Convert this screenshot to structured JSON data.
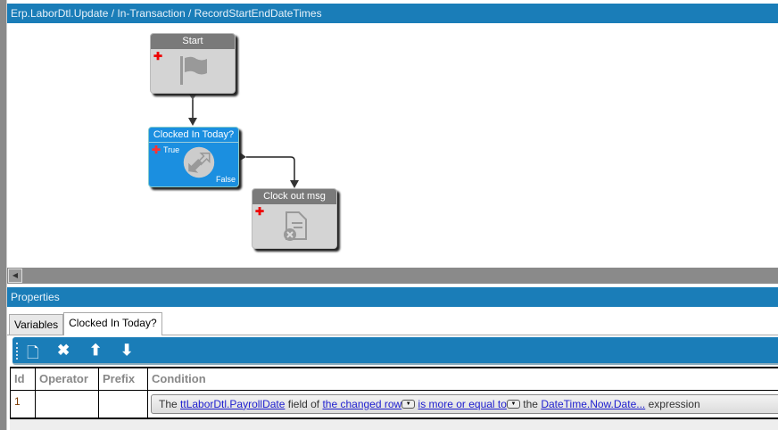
{
  "title": "Erp.LaborDtl.Update / In-Transaction / RecordStartEndDateTimes",
  "nodes": {
    "start": {
      "label": "Start"
    },
    "decision": {
      "label": "Clocked In Today?",
      "true_label": "True",
      "false_label": "False"
    },
    "message": {
      "label": "Clock out msg"
    }
  },
  "properties": {
    "header": "Properties",
    "tabs": [
      {
        "label": "Variables"
      },
      {
        "label": "Clocked In Today?"
      }
    ],
    "table": {
      "columns": [
        "Id",
        "Operator",
        "Prefix",
        "Condition"
      ],
      "rows": [
        {
          "id": "1",
          "operator": "",
          "prefix": "",
          "condition": {
            "p1": "The",
            "field": "ttLaborDtl.PayrollDate",
            "p2": "field of",
            "row": "the changed row",
            "op": "is more or equal to",
            "p3": "the",
            "expr": "DateTime.Now.Date...",
            "p4": "expression"
          }
        }
      ]
    }
  }
}
